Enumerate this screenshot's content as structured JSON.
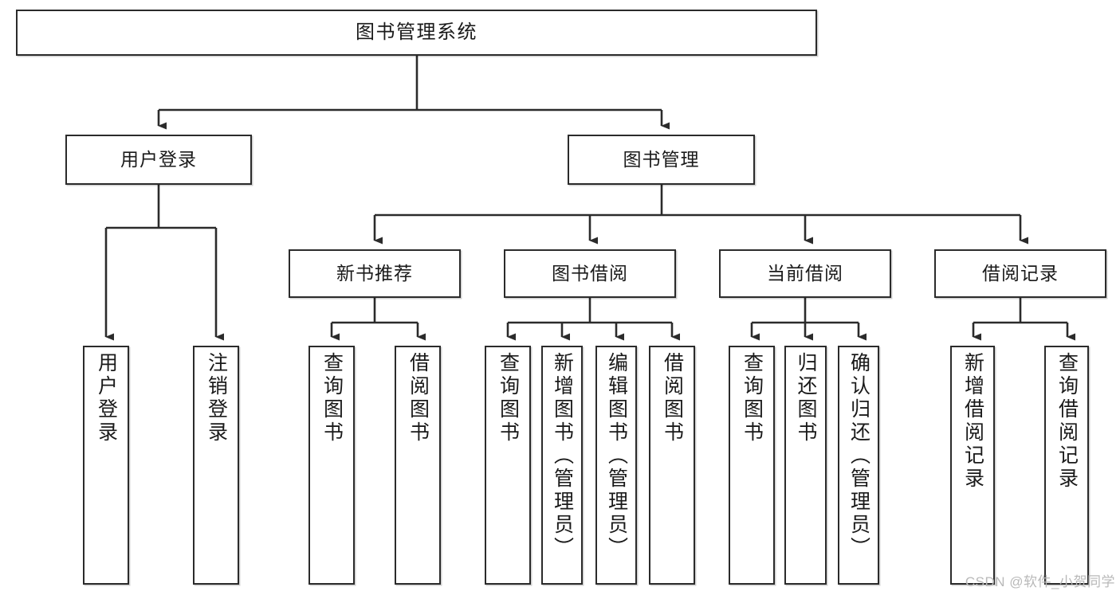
{
  "diagram": {
    "title": "图书管理系统",
    "watermark": "CSDN @软件_小贺同学",
    "colors": {
      "stroke": "#2b2b2b",
      "fill": "#ffffff",
      "text": "#1a1a1a",
      "watermark": "#b9b9b9"
    },
    "root": {
      "label": "图书管理系统"
    },
    "level1": [
      {
        "label": "用户登录"
      },
      {
        "label": "图书管理"
      }
    ],
    "level2": [
      {
        "label": "新书推荐"
      },
      {
        "label": "图书借阅"
      },
      {
        "label": "当前借阅"
      },
      {
        "label": "借阅记录"
      }
    ],
    "leaves": {
      "user_login": [
        {
          "label": "用户登录"
        },
        {
          "label": "注销登录"
        }
      ],
      "new_books": [
        {
          "label": "查询图书"
        },
        {
          "label": "借阅图书"
        }
      ],
      "book_borrow": [
        {
          "label": "查询图书"
        },
        {
          "label": "新增图书（管理员）"
        },
        {
          "label": "编辑图书（管理员）"
        },
        {
          "label": "借阅图书"
        }
      ],
      "current_borrow": [
        {
          "label": "查询图书"
        },
        {
          "label": "归还图书"
        },
        {
          "label": "确认归还（管理员）"
        }
      ],
      "borrow_records": [
        {
          "label": "新增借阅记录"
        },
        {
          "label": "查询借阅记录"
        }
      ]
    }
  }
}
